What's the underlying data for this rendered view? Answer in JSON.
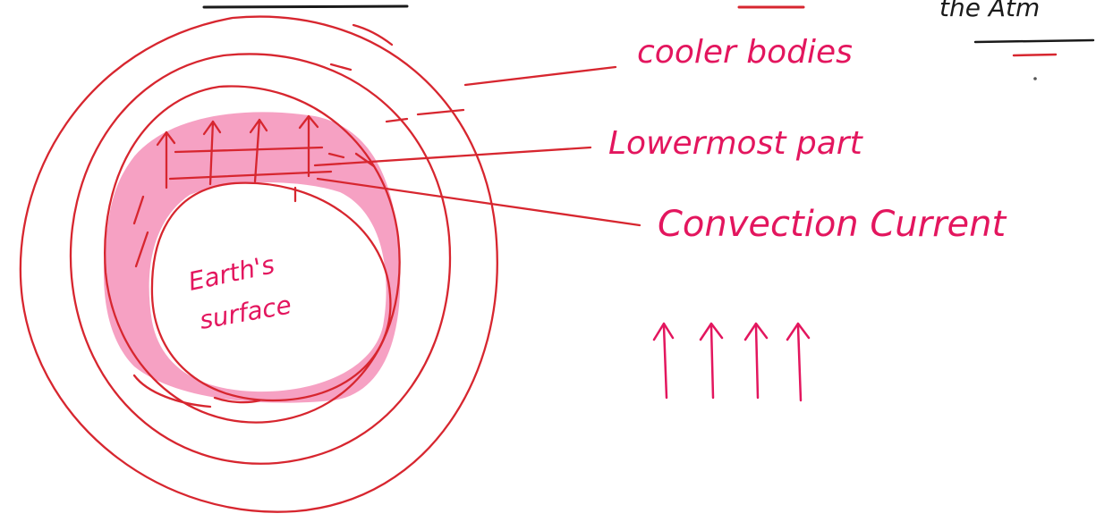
{
  "colors": {
    "background": "#ffffff",
    "pen_red": "#d7262f",
    "pen_magenta": "#e3165e",
    "highlighter_pink": "#f490b8",
    "pen_black": "#1a1a1a"
  },
  "labels": {
    "header_fragment": "the Atm",
    "earth": "Earth's",
    "surface": "surface",
    "cooler": "cooler bodies",
    "lowermost": "Lowermost part",
    "convection": "Convection Current"
  },
  "icons": {
    "convection_arrows": "up-arrow",
    "surface_arrows": "up-arrow"
  },
  "surface_arrow_count": 4
}
